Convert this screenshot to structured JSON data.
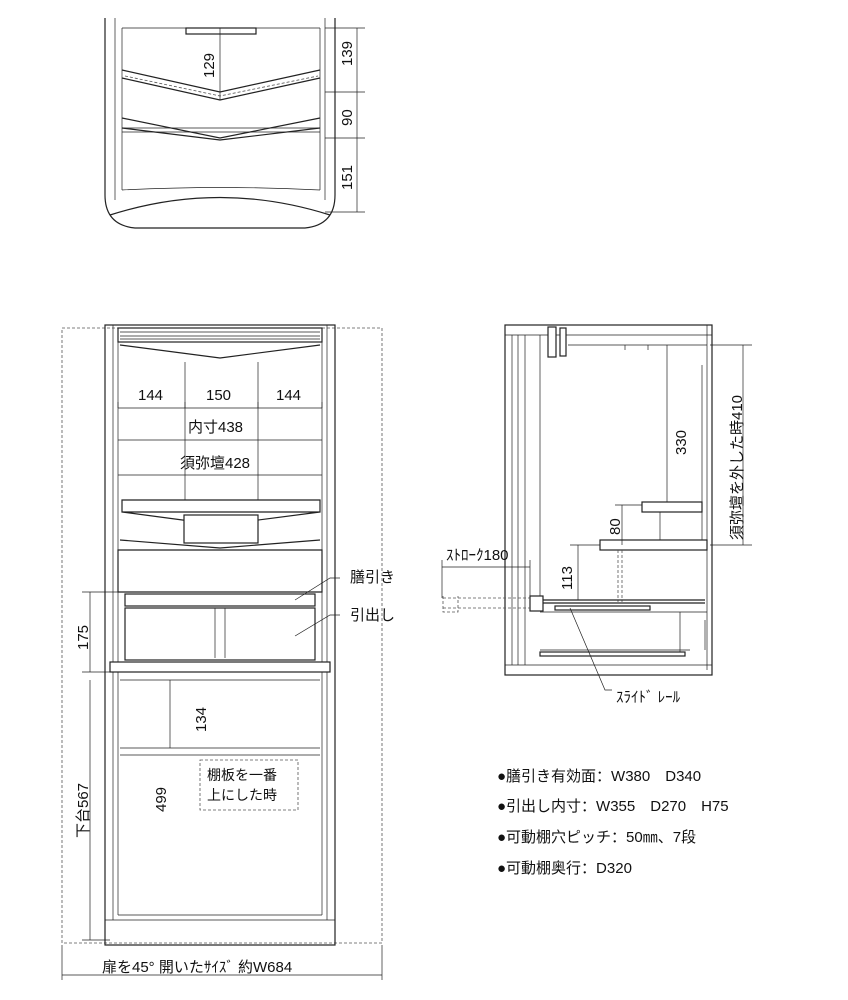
{
  "top_view": {
    "dims": [
      "129",
      "139",
      "90",
      "151"
    ]
  },
  "front_view": {
    "widths": [
      "144",
      "150",
      "144"
    ],
    "inner": "内寸438",
    "sumidan": "須弥壇428",
    "zen": "膳引き",
    "drawer": "引出し",
    "h175": "175",
    "h134": "134",
    "h499": "499",
    "lower": "下台567",
    "shelf_note_1": "棚板を一番",
    "shelf_note_2": "上にした時",
    "open_width": "扉を45° 開いたｻｲｽﾞ 約W684"
  },
  "side_view": {
    "h410": "須弥壇を外した時410",
    "h330": "330",
    "h80": "80",
    "h113": "113",
    "stroke": "ｽﾄﾛｰｸ180",
    "rail": "ｽﾗｲﾄﾞ ﾚｰﾙ"
  },
  "specs": [
    "●膳引き有効面：W380　D340",
    "●引出し内寸：W355　D270　H75",
    "●可動棚穴ピッチ：50㎜、7段",
    "●可動棚奥行：D320"
  ]
}
